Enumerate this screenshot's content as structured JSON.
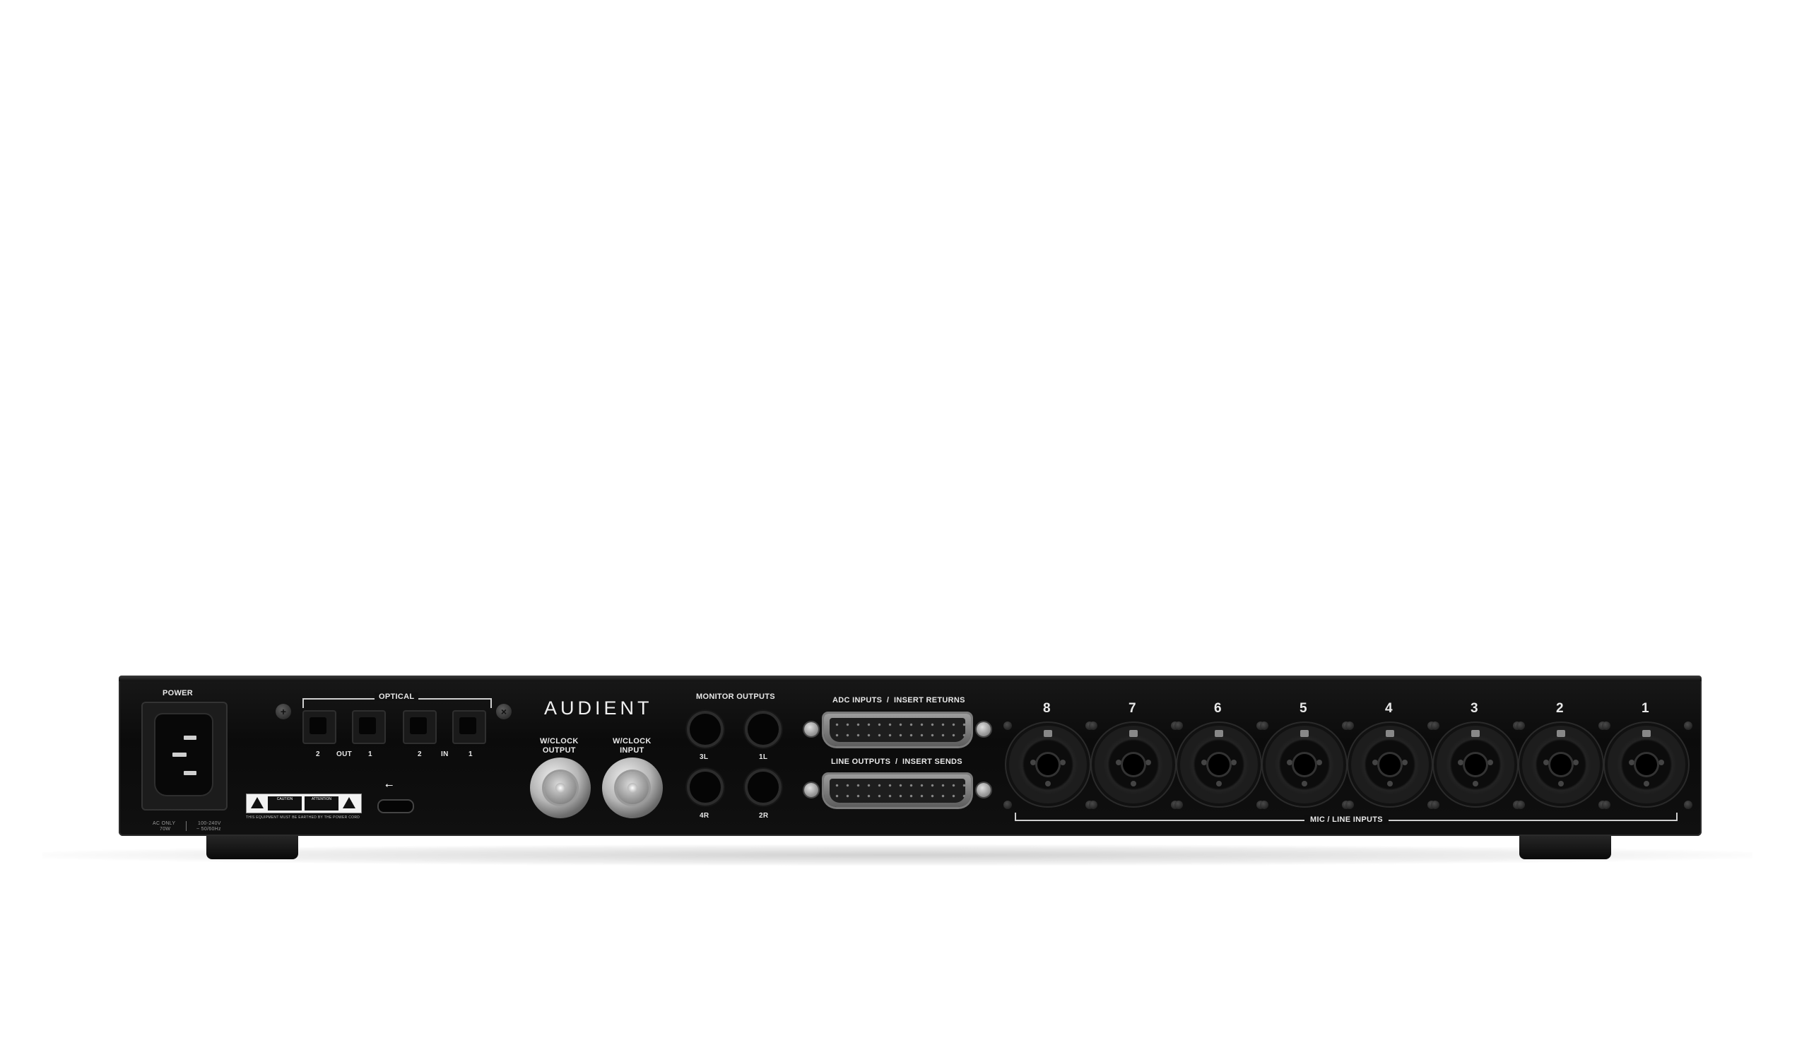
{
  "panel": {
    "brand": "AUDIENT",
    "power": {
      "label": "POWER",
      "ac_only": "AC ONLY",
      "watt": "70W",
      "voltage": "100-240V",
      "frequency": "~ 50/60Hz",
      "earth_notice": "THIS EQUIPMENT MUST BE EARTHED BY THE POWER CORD",
      "caution": "CAUTION",
      "attention": "ATTENTION"
    },
    "optical": {
      "label": "OPTICAL",
      "port_labels": [
        "2",
        "OUT",
        "1",
        "2",
        "IN",
        "1"
      ]
    },
    "wordclock": {
      "output_label": "W/CLOCK\nOUTPUT",
      "input_label": "W/CLOCK\nINPUT"
    },
    "monitor": {
      "label": "MONITOR OUTPUTS",
      "jack_labels": [
        "3L",
        "1L",
        "4R",
        "2R"
      ]
    },
    "dsub": {
      "top_label": "ADC INPUTS  /  INSERT RETURNS",
      "bottom_label": "LINE OUTPUTS  /  INSERT SENDS"
    },
    "mic_line": {
      "label": "MIC / LINE INPUTS",
      "channels": [
        "8",
        "7",
        "6",
        "5",
        "4",
        "3",
        "2",
        "1"
      ]
    }
  }
}
